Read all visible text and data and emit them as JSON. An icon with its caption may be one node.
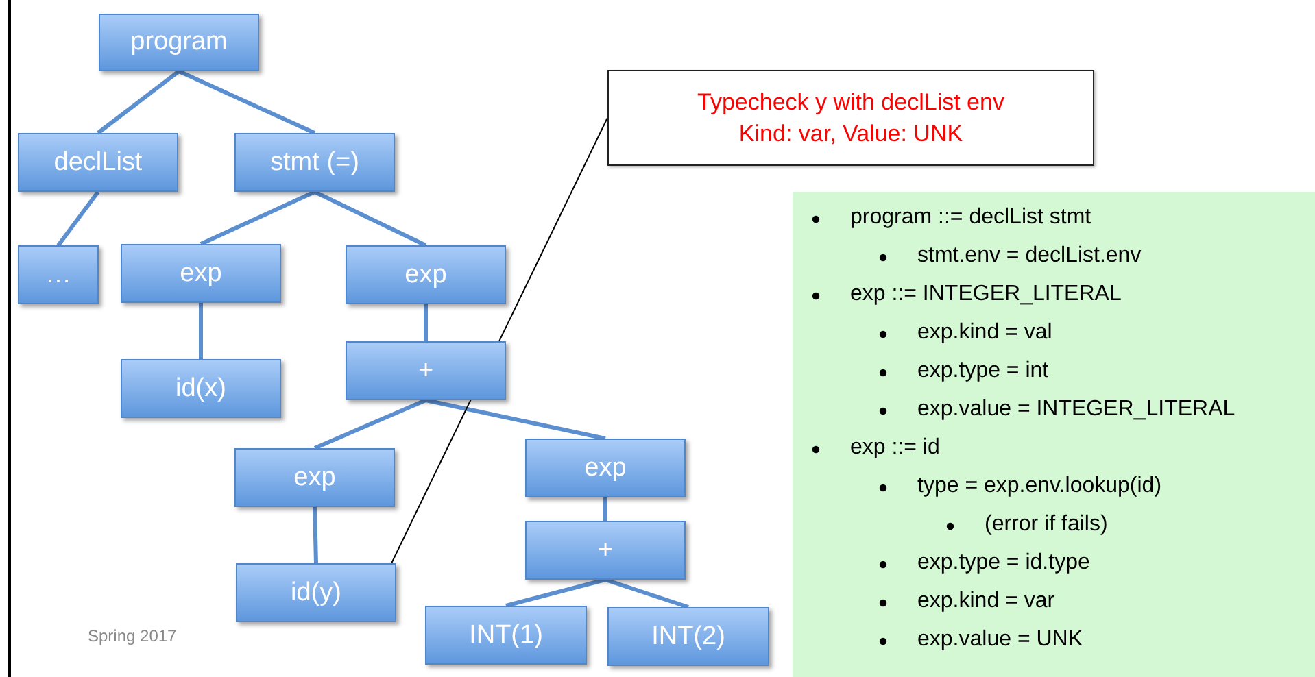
{
  "diagram": {
    "nodes": [
      {
        "text": [
          "program"
        ]
      },
      {
        "text": [
          "declList"
        ]
      },
      {
        "text": [
          "stmt (=)"
        ]
      },
      {
        "text": [
          "…"
        ]
      },
      {
        "text": [
          "exp"
        ]
      },
      {
        "text": [
          "exp"
        ]
      },
      {
        "text": [
          "id(x)"
        ]
      },
      {
        "text": [
          "+"
        ]
      },
      {
        "text": [
          "exp"
        ]
      },
      {
        "text": [
          "exp"
        ]
      },
      {
        "text": [
          "id(y)"
        ]
      },
      {
        "text": [
          "+"
        ]
      },
      {
        "text": [
          "INT(1)"
        ]
      },
      {
        "text": [
          "INT(2)"
        ]
      },
      {
        "text": [
          "Typecheck y with declList env",
          "Kind: var, Value: UNK"
        ]
      },
      {
        "text": [
          "program ::= declList stmt",
          "stmt.env = declList.env",
          "exp ::= INTEGER_LITERAL",
          "exp.kind = val",
          "exp.type = int",
          "exp.value = INTEGER_LITERAL",
          "exp ::= id",
          "type = exp.env.lookup(id)",
          "(error if fails)",
          "exp.type = id.type",
          "exp.kind = var",
          "exp.value = UNK"
        ]
      }
    ],
    "edges": [
      {
        "from": 0,
        "to": 1,
        "arrow": "none"
      },
      {
        "from": 0,
        "to": 2,
        "arrow": "none"
      },
      {
        "from": 1,
        "to": 3,
        "arrow": "none"
      },
      {
        "from": 2,
        "to": 4,
        "arrow": "none"
      },
      {
        "from": 2,
        "to": 5,
        "arrow": "none"
      },
      {
        "from": 4,
        "to": 6,
        "arrow": "none"
      },
      {
        "from": 5,
        "to": 7,
        "arrow": "none"
      },
      {
        "from": 7,
        "to": 8,
        "arrow": "none"
      },
      {
        "from": 7,
        "to": 9,
        "arrow": "none"
      },
      {
        "from": 8,
        "to": 10,
        "arrow": "none"
      },
      {
        "from": 9,
        "to": 11,
        "arrow": "none"
      },
      {
        "from": 11,
        "to": 12,
        "arrow": "none"
      },
      {
        "from": 11,
        "to": 13,
        "arrow": "none"
      },
      {
        "from": 14,
        "to": 10,
        "arrow": "none",
        "color": "#000000"
      }
    ],
    "labels": [
      "Spring 2017"
    ]
  }
}
